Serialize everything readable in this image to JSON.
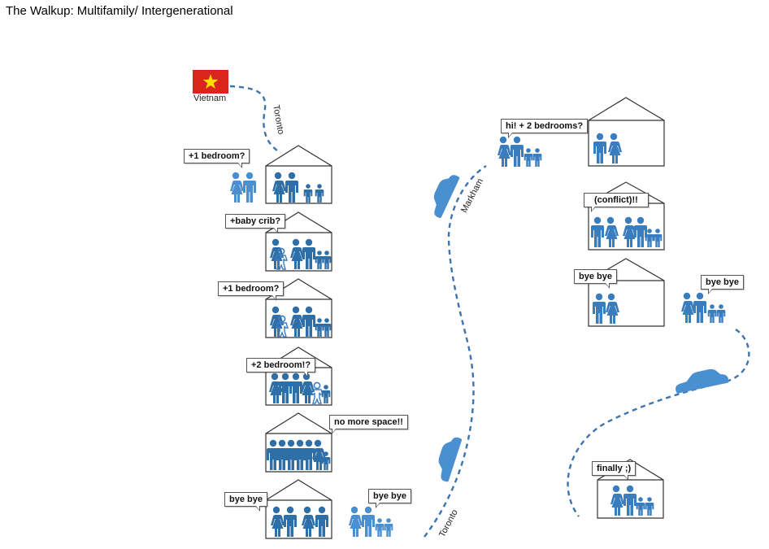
{
  "title": "The Walkup: Multifamily/ Intergenerational",
  "colors": {
    "figure": "#3a7dbf",
    "figure_dark": "#2f6fa8",
    "car": "#4a90d0",
    "path": "#3c74ad",
    "house_line": "#333333",
    "flag_red": "#da251d",
    "flag_star": "#ffde00"
  },
  "icons": {
    "flag": "vietnam-flag-icon",
    "car": "car-icon",
    "person": "person-icon",
    "house": "house-icon"
  },
  "places": {
    "vietnam": "Vietnam",
    "toronto_top": "Toronto",
    "markham": "Markham",
    "toronto_bottom": "Toronto"
  },
  "bubbles": {
    "b1": "+1 bedroom?",
    "b2": "+baby crib?",
    "b3": "+1 bedroom?",
    "b4": "+2 bedroom!?",
    "b5": "no more space!!",
    "b6": "bye bye",
    "b7": "bye bye",
    "b8": "hi! + 2 bedrooms?",
    "b9": "(conflict)!!",
    "b10": "bye bye",
    "b11": "bye bye",
    "b12": "finally ;)"
  }
}
